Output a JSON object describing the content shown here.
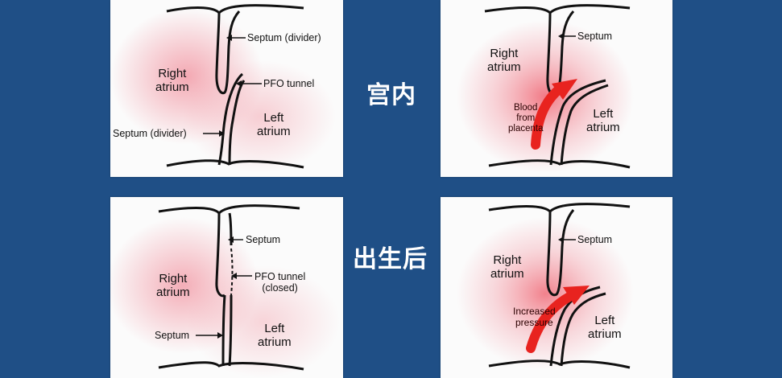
{
  "stages": {
    "before_birth": "宫内",
    "after_birth": "出生后"
  },
  "panels": {
    "top_left": {
      "right_atrium": [
        "Right",
        "atrium"
      ],
      "left_atrium": [
        "Left",
        "atrium"
      ],
      "septum_top": "Septum (divider)",
      "pfo": "PFO tunnel",
      "septum_bottom": "Septum (divider)"
    },
    "top_right": {
      "right_atrium": [
        "Right",
        "atrium"
      ],
      "left_atrium": [
        "Left",
        "atrium"
      ],
      "septum": "Septum",
      "flow": [
        "Blood",
        "from",
        "placenta"
      ]
    },
    "bottom_left": {
      "right_atrium": [
        "Right",
        "atrium"
      ],
      "left_atrium": [
        "Left",
        "atrium"
      ],
      "septum_top": "Septum",
      "pfo": [
        "PFO tunnel",
        "(closed)"
      ],
      "septum_bottom": "Septum"
    },
    "bottom_right": {
      "right_atrium": [
        "Right",
        "atrium"
      ],
      "left_atrium": [
        "Left",
        "atrium"
      ],
      "septum": "Septum",
      "pressure": [
        "Increased",
        "pressure"
      ]
    }
  },
  "colors": {
    "background": "#1f4f86",
    "panel": "#fbfbfb",
    "glow": "#f4a6b0",
    "arrow": "#e8231f"
  }
}
